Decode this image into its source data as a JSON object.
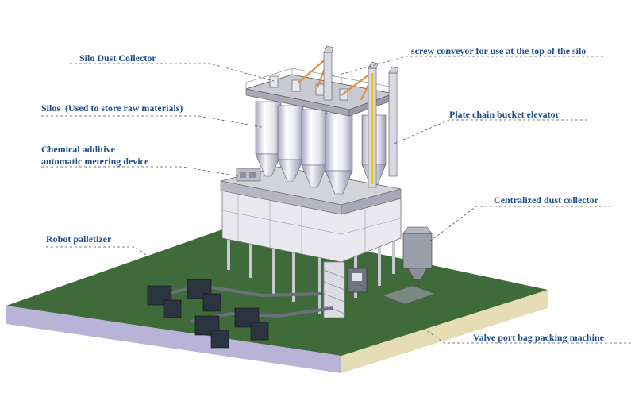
{
  "labels": {
    "silo_dust_collector": "Silo Dust Collector",
    "screw_conveyor": "screw conveyor for use at the top of the silo",
    "silos": "Silos  (Used to store raw materials)",
    "plate_chain_elevator": "Plate chain bucket elevator",
    "chemical_additive_line1": "Chemical additive",
    "chemical_additive_line2": "automatic metering device",
    "centralized_dust_collector": "Centralized dust collector",
    "robot_palletizer": "Robot palletizer",
    "valve_port_packing": "Valve port bag packing machine"
  },
  "colors": {
    "label_text": "#1f4e8c",
    "leader_line": "#555555",
    "ground_top": "#3f6b3a",
    "ground_side": "#e6ddb4",
    "ground_front": "#b9b3d8",
    "silo_body": "#e6e6f0",
    "steel": "#8a8f9a",
    "elevator_chain": "#f2c200",
    "conveyor_orange": "#e0923a"
  }
}
